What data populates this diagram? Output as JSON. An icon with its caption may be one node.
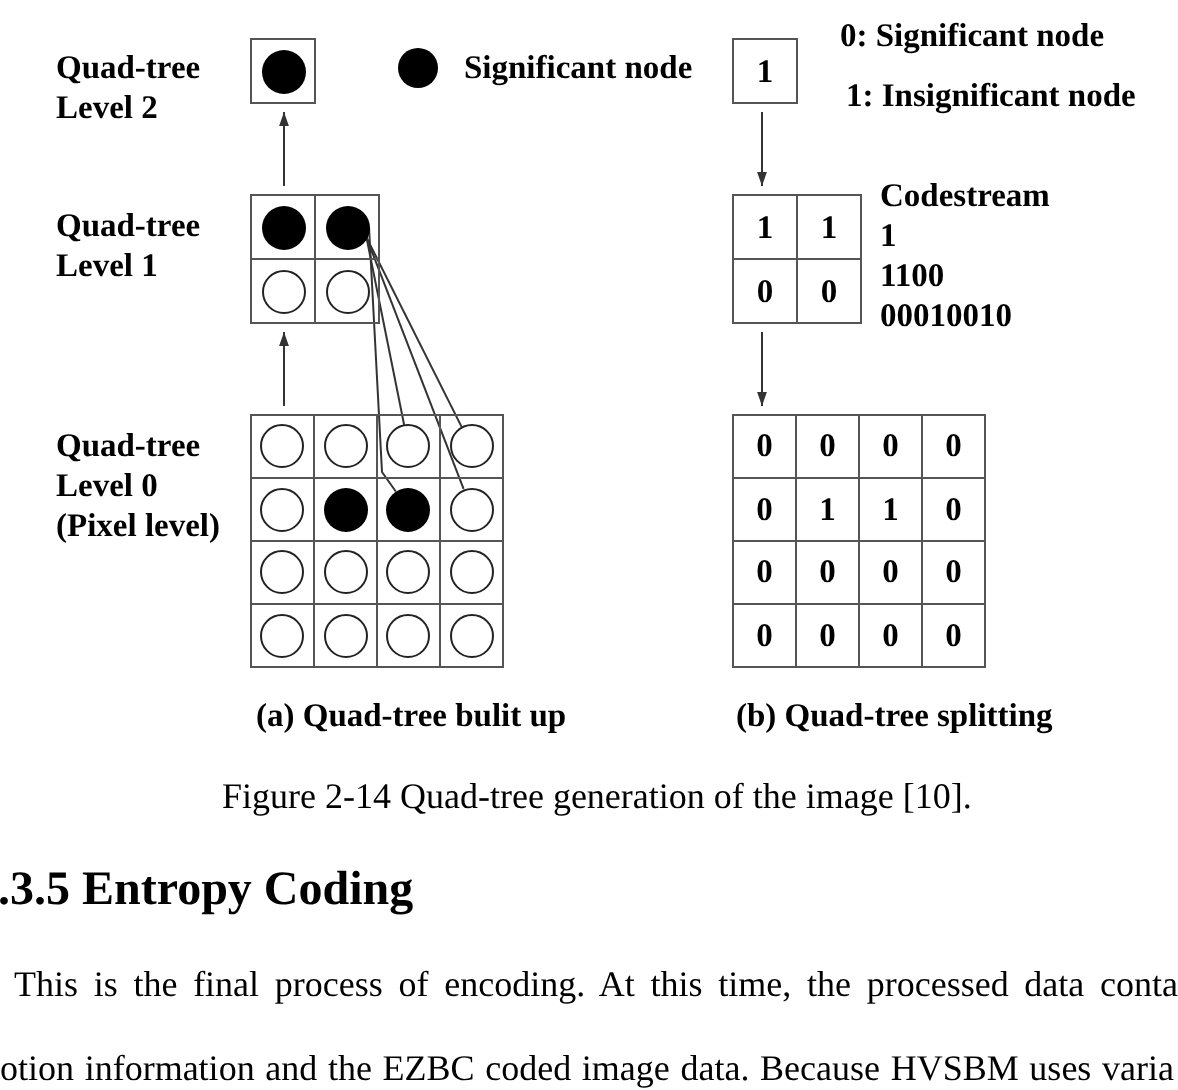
{
  "diagram": {
    "caption": "Figure 2-14 Quad-tree generation of the image [10].",
    "nodes": [
      {
        "text": [],
        "shape": "box",
        "beside": [
          "Quad-tree Level 2"
        ]
      },
      {
        "text": [],
        "shape": "dot",
        "in": 0
      },
      {
        "text": [],
        "shape": "box",
        "beside": [
          "Quad-tree Level 1"
        ]
      },
      {
        "text": [],
        "shape": "dot",
        "in": 2
      },
      {
        "text": [],
        "shape": "dot",
        "in": 2
      },
      {
        "text": [],
        "shape": "circle",
        "in": 2
      },
      {
        "text": [],
        "shape": "circle",
        "in": 2
      },
      {
        "text": [],
        "shape": "box",
        "beside": [
          "Quad-tree Level 0 (Pixel level)"
        ]
      },
      {
        "text": [],
        "shape": "circle",
        "in": 7
      },
      {
        "text": [],
        "shape": "circle",
        "in": 7
      },
      {
        "text": [],
        "shape": "circle",
        "in": 7
      },
      {
        "text": [],
        "shape": "circle",
        "in": 7
      },
      {
        "text": [],
        "shape": "circle",
        "in": 7
      },
      {
        "text": [],
        "shape": "dot",
        "in": 7
      },
      {
        "text": [],
        "shape": "dot",
        "in": 7
      },
      {
        "text": [],
        "shape": "circle",
        "in": 7
      },
      {
        "text": [],
        "shape": "circle",
        "in": 7
      },
      {
        "text": [],
        "shape": "circle",
        "in": 7
      },
      {
        "text": [],
        "shape": "circle",
        "in": 7
      },
      {
        "text": [],
        "shape": "circle",
        "in": 7
      },
      {
        "text": [],
        "shape": "circle",
        "in": 7
      },
      {
        "text": [],
        "shape": "circle",
        "in": 7
      },
      {
        "text": [],
        "shape": "circle",
        "in": 7
      },
      {
        "text": [],
        "shape": "circle",
        "in": 7
      },
      {
        "text": [
          "1"
        ]
      },
      {
        "text": [],
        "shape": "box"
      },
      {
        "text": [
          "1"
        ],
        "in": 25
      },
      {
        "text": [
          "1"
        ],
        "in": 25
      },
      {
        "text": [
          "0"
        ],
        "in": 25
      },
      {
        "text": [
          "0"
        ],
        "in": 25
      },
      {
        "text": [],
        "shape": "box"
      },
      {
        "text": [
          "0"
        ],
        "in": 30
      },
      {
        "text": [
          "0"
        ],
        "in": 30
      },
      {
        "text": [
          "0"
        ],
        "in": 30
      },
      {
        "text": [
          "0"
        ],
        "in": 30
      },
      {
        "text": [
          "0"
        ],
        "in": 30
      },
      {
        "text": [
          "1"
        ],
        "in": 30
      },
      {
        "text": [
          "1"
        ],
        "in": 30
      },
      {
        "text": [
          "0"
        ],
        "in": 30
      },
      {
        "text": [
          "0"
        ],
        "in": 30
      },
      {
        "text": [
          "0"
        ],
        "in": 30
      },
      {
        "text": [
          "0"
        ],
        "in": 30
      },
      {
        "text": [
          "0"
        ],
        "in": 30
      },
      {
        "text": [
          "0"
        ],
        "in": 30
      },
      {
        "text": [
          "0"
        ],
        "in": 30
      },
      {
        "text": [
          "0"
        ],
        "in": 30
      },
      {
        "text": [
          "0"
        ],
        "in": 30
      }
    ],
    "edges": [
      {
        "from": 2,
        "to": 0,
        "arrow": "to"
      },
      {
        "from": 7,
        "to": 2,
        "arrow": "to"
      },
      {
        "from": 4,
        "to": 10,
        "arrow": "none"
      },
      {
        "from": 4,
        "to": 11,
        "arrow": "none"
      },
      {
        "from": 4,
        "to": 14,
        "arrow": "none"
      },
      {
        "from": 4,
        "to": 15,
        "arrow": "none"
      },
      {
        "from": 24,
        "to": 25,
        "arrow": "to"
      },
      {
        "from": 25,
        "to": 30,
        "arrow": "to"
      }
    ],
    "labels": [
      "0: Significant node",
      "1: Insignificant node",
      "Codestream",
      "1",
      "1100",
      "00010010",
      "(a) Quad-tree bulit up",
      "(b) Quad-tree splitting",
      ".3.5 Entropy Coding",
      "This is the final process of encoding. At this time, the processed data conta",
      "otion information and the EZBC coded image data. Because HVSBM uses varia"
    ],
    "legend": [
      {
        "text": "Significant node",
        "color": "#000000"
      }
    ]
  }
}
